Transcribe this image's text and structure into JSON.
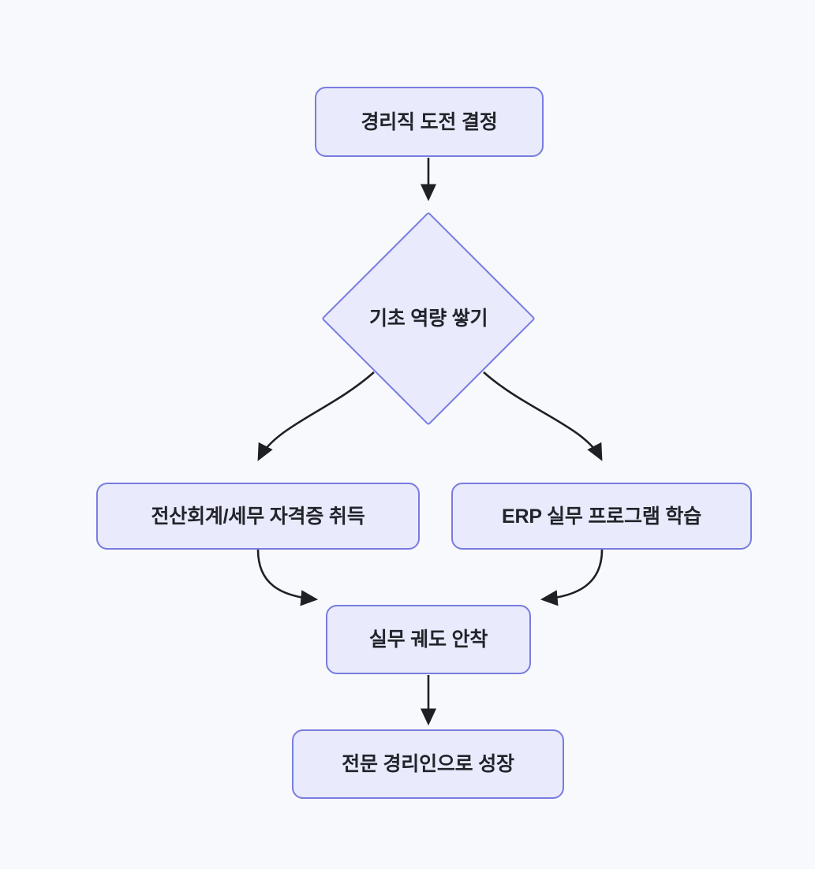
{
  "diagram": {
    "type": "flowchart",
    "direction": "top-to-bottom",
    "background_color": "#f8f9fd",
    "node_fill_color": "#e9eafb",
    "node_border_color": "#787ce0",
    "node_text_color": "#22242b",
    "edge_color": "#1f2024",
    "nodes": [
      {
        "id": "start",
        "label": "경리직 도전 결정",
        "shape": "rounded-rectangle"
      },
      {
        "id": "decision",
        "label": "기초 역량 쌓기",
        "shape": "diamond"
      },
      {
        "id": "cert",
        "label": "전산회계/세무 자격증 취득",
        "shape": "rounded-rectangle"
      },
      {
        "id": "erp",
        "label": "ERP 실무 프로그램 학습",
        "shape": "rounded-rectangle"
      },
      {
        "id": "settle",
        "label": "실무 궤도 안착",
        "shape": "rounded-rectangle"
      },
      {
        "id": "grow",
        "label": "전문 경리인으로 성장",
        "shape": "rounded-rectangle"
      }
    ],
    "edges": [
      {
        "from": "start",
        "to": "decision",
        "label": "",
        "style": "straight-arrow"
      },
      {
        "from": "decision",
        "to": "cert",
        "label": "",
        "style": "curved-arrow"
      },
      {
        "from": "decision",
        "to": "erp",
        "label": "",
        "style": "curved-arrow"
      },
      {
        "from": "cert",
        "to": "settle",
        "label": "",
        "style": "curved-arrow"
      },
      {
        "from": "erp",
        "to": "settle",
        "label": "",
        "style": "curved-arrow"
      },
      {
        "from": "settle",
        "to": "grow",
        "label": "",
        "style": "straight-arrow"
      }
    ]
  }
}
